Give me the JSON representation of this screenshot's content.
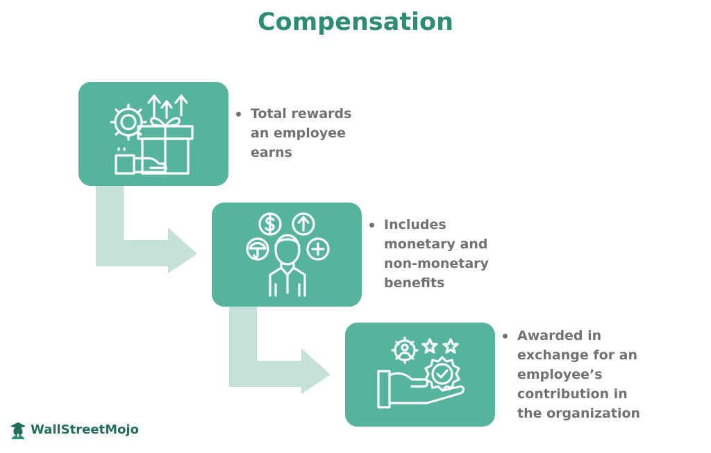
{
  "title": "Compensation",
  "steps": [
    {
      "icon": "gift-growth-icon",
      "lines": [
        "Total rewards",
        "an employee",
        "earns"
      ]
    },
    {
      "icon": "employee-benefits-icon",
      "lines": [
        "Includes",
        "monetary and",
        "non-monetary",
        "benefits"
      ]
    },
    {
      "icon": "hand-award-icon",
      "lines": [
        "Awarded in",
        "exchange for an",
        "employee’s",
        "contribution in",
        "the organization"
      ]
    }
  ],
  "colors": {
    "title": "#2e8b74",
    "box": "#56b39e",
    "arrow": "#c6e1d9",
    "text": "#717171"
  },
  "logo": {
    "text": "WallStreetMojo"
  }
}
